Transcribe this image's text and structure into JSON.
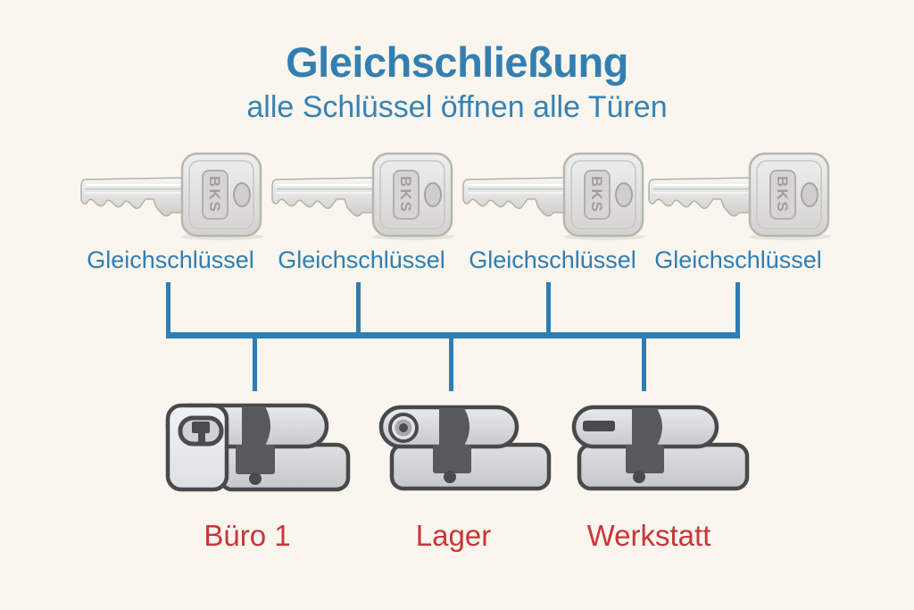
{
  "title": "Gleichschließung",
  "subtitle": "alle Schlüssel öffnen alle Türen",
  "keys": {
    "brand": "BKS",
    "items": [
      {
        "label": "Gleichschlüssel"
      },
      {
        "label": "Gleichschlüssel"
      },
      {
        "label": "Gleichschlüssel"
      },
      {
        "label": "Gleichschlüssel"
      }
    ]
  },
  "cylinders": {
    "items": [
      {
        "label": "Büro 1"
      },
      {
        "label": "Lager"
      },
      {
        "label": "Werkstatt"
      }
    ]
  },
  "colors": {
    "background": "#faf5ed",
    "title_blue": "#337fb2",
    "subtitle_blue": "#3682b5",
    "connector_blue": "#2e7db3",
    "label_red": "#c8353a",
    "key_metal": "#e9e9e7",
    "cylinder_gray": "#d3d4d6",
    "outline_dark": "#48494b"
  }
}
